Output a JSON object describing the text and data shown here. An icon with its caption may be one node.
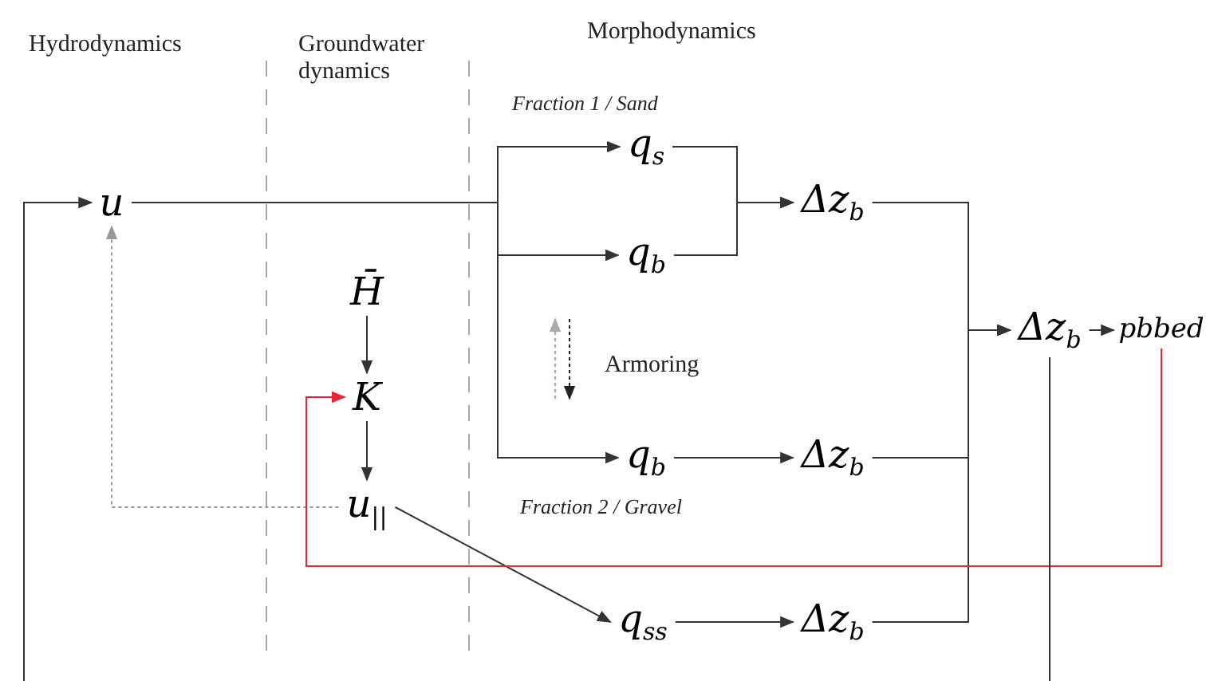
{
  "diagram": {
    "nodes": [
      {
        "text": [
          "u"
        ]
      },
      {
        "text": [
          "H̄"
        ]
      },
      {
        "text": [
          "K"
        ]
      },
      {
        "text": [
          "u$_{||}$"
        ]
      },
      {
        "text": [
          "q$_{s}$"
        ]
      },
      {
        "text": [
          "q$_{b}$"
        ]
      },
      {
        "text": [
          "Δz$_{b}$"
        ]
      },
      {
        "text": [
          "q$_{b}$"
        ]
      },
      {
        "text": [
          "Δz$_{b}$"
        ]
      },
      {
        "text": [
          "q$_{ss}$"
        ]
      },
      {
        "text": [
          "Δz$_{b}$"
        ]
      },
      {
        "text": [
          "Δz$_{b}$"
        ]
      },
      {
        "text": [
          "pbbed"
        ]
      }
    ],
    "edges": [
      {
        "from": 0,
        "to": 4,
        "arrow": "to"
      },
      {
        "from": 0,
        "to": 5,
        "arrow": "to"
      },
      {
        "from": 0,
        "to": 7,
        "arrow": "to"
      },
      {
        "from": 4,
        "to": 6,
        "arrow": "to"
      },
      {
        "from": 5,
        "to": 6,
        "arrow": "to"
      },
      {
        "from": 1,
        "to": 2,
        "arrow": "to"
      },
      {
        "from": 2,
        "to": 3,
        "arrow": "to"
      },
      {
        "from": 3,
        "to": 0,
        "arrow": "to",
        "style": "dashed",
        "color": "#999999"
      },
      {
        "from": 3,
        "to": 9,
        "arrow": "to"
      },
      {
        "from": 7,
        "to": 8,
        "arrow": "to"
      },
      {
        "from": 9,
        "to": 10,
        "arrow": "to"
      },
      {
        "from": 6,
        "to": 11,
        "arrow": "to"
      },
      {
        "from": 8,
        "to": 11,
        "arrow": "to"
      },
      {
        "from": 10,
        "to": 11,
        "arrow": "to"
      },
      {
        "from": 11,
        "to": 12,
        "arrow": "to"
      },
      {
        "from": 12,
        "to": 2,
        "arrow": "to",
        "color": "#ee2233"
      },
      {
        "from": null,
        "to": 0,
        "arrow": "to"
      },
      {
        "from": 11,
        "to": null,
        "arrow": "none"
      }
    ],
    "labels": [
      "Hydrodynamics",
      "Groundwater dynamics",
      "Morphodynamics",
      "Fraction 1 / Sand",
      "Armoring",
      "Fraction 2 / Gravel"
    ]
  }
}
